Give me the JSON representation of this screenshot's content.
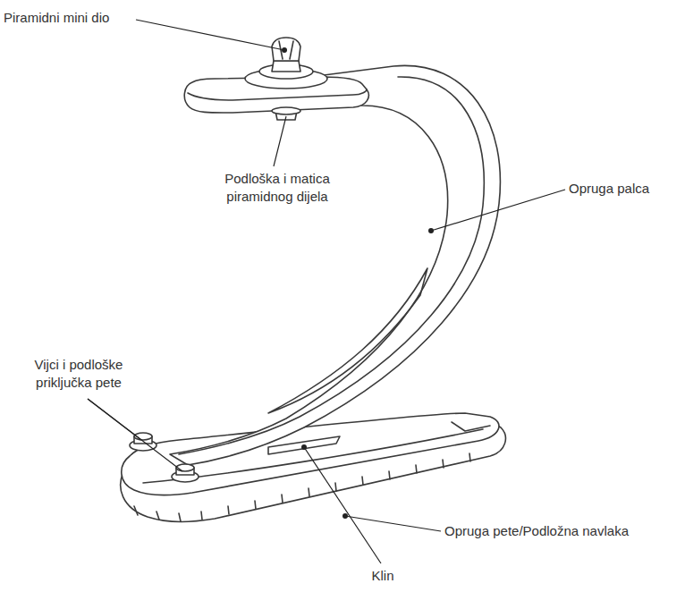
{
  "diagram": {
    "labels": [
      "Piramidni mini dio",
      "Podloška i matica piramidnog dijela",
      "Opruga palca",
      "Vijci i podloške priključka pete",
      "Opruga pete/Podložna navlaka",
      "Klin"
    ]
  }
}
